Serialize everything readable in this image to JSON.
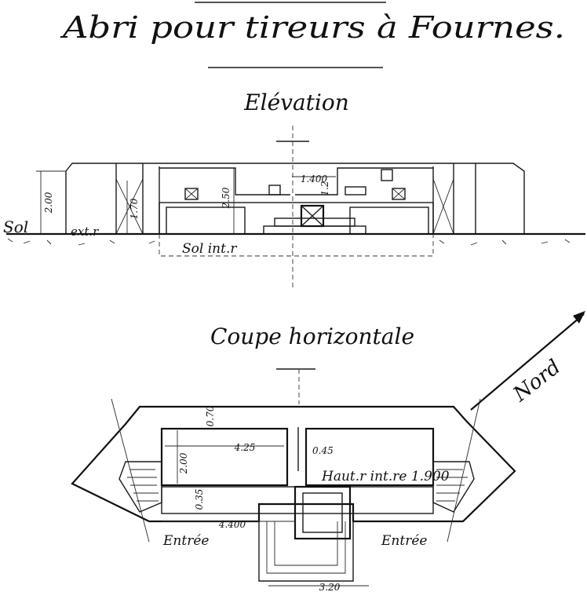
{
  "title": "Abri pour tireurs à Fournes.",
  "elevation": {
    "heading": "Elévation",
    "labels": {
      "sol": "Sol",
      "ext": "ext.r",
      "sol_int": "Sol int.r"
    },
    "dimensions": {
      "height_outer": "2.00",
      "height_inner_left": "1.70",
      "height_center": "2.50",
      "width_top": "1.400",
      "height_right": "1.2"
    }
  },
  "plan": {
    "heading": "Coupe horizontale",
    "north": "Nord",
    "entrance_left": "Entrée",
    "entrance_right": "Entrée",
    "height_note": "Haut.r int.re 1.900",
    "dimensions": {
      "room_width": "4.25",
      "wall_gap": "0.45",
      "room_depth": "2.00",
      "wall_top": "0.70",
      "wall_bottom": "0.35",
      "outer_width": "4.400",
      "stair_width": "3.20"
    }
  }
}
